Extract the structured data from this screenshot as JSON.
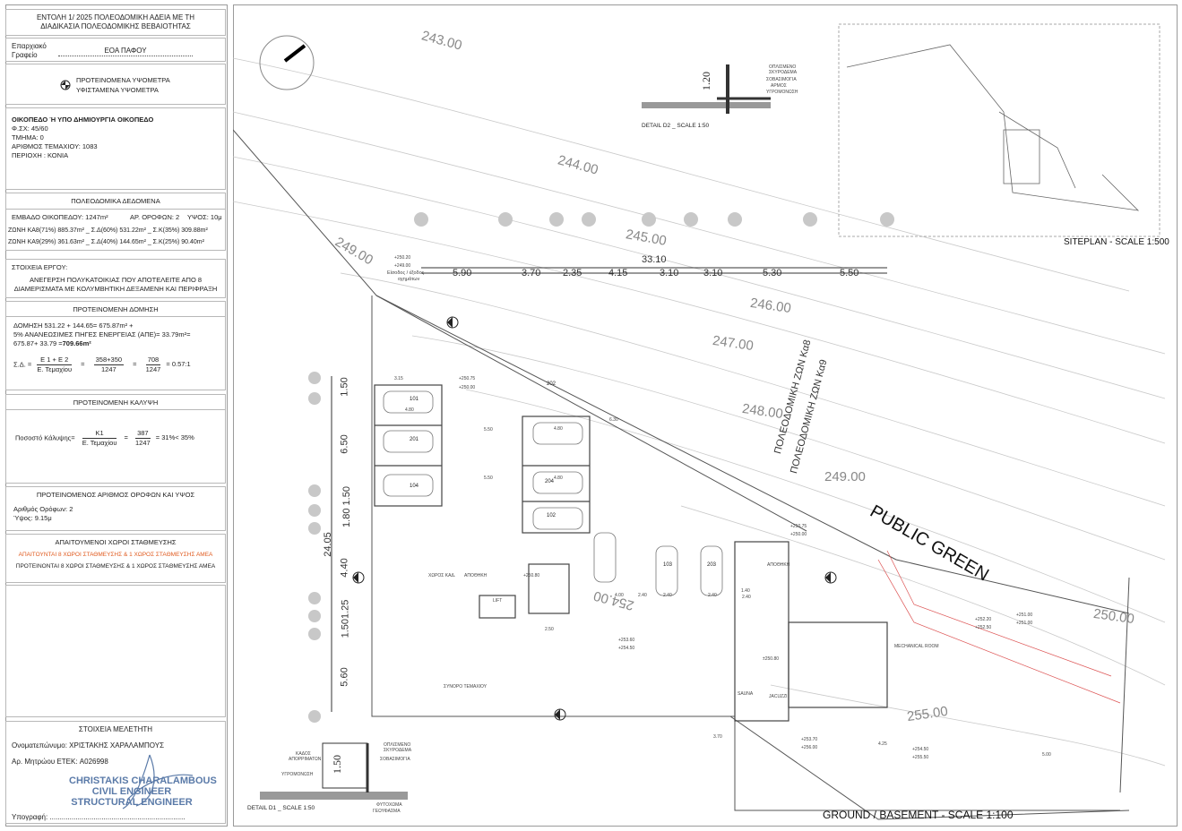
{
  "title_block": {
    "header_line1": "ΕΝΤΟΛΗ 1/ 2025  ΠΟΛΕΟΔΟΜΙΚΗ ΑΔΕΙΑ ΜΕ ΤΗ",
    "header_line2": "ΔΙΑΔΙΚΑΣΙΑ ΠΟΛΕΟΔΟΜΙΚΗΣ ΒΕΒΑΙΟΤΗΤΑΣ",
    "district_office_label": "Επαρχιακό",
    "district_office_label2": "Γραφείο",
    "district_office_value": "ΕΟΑ ΠΑΦΟΥ",
    "legend_proposed": "ΠΡΟΤΕΙΝΟΜΕΝΑ ΥΨΟΜΕΤΡΑ",
    "legend_existing": "ΥΦΙΣΤΑΜΕΝΑ ΥΨΟΜΕΤΡΑ"
  },
  "plot": {
    "heading": "ΟΙΚΟΠΕΔΟ Ή ΥΠΟ ΔΗΜΙΟΥΡΓΙΑ ΟΙΚΟΠΕΔΟ",
    "sheet_plan": "Φ.ΣΧ: 45/60",
    "block": "ΤΜΗΜΑ: 0",
    "parcel": "ΑΡΙΘΜΟΣ ΤΕΜΑΧΙΟΥ: 1083",
    "area": "ΠΕΡΙΟΧΗ : ΚΟΝΙΑ"
  },
  "planning": {
    "heading": "ΠΟΛΕΟΔΟΜΙΚΑ ΔΕΔΟΜΕΝΑ",
    "plot_area": "ΕΜΒΑΔΟ ΟΙΚΟΠΕΔΟΥ: 1247m²",
    "floors": "ΑΡ. ΟΡΟΦΩΝ: 2",
    "height": "ΥΨΟΣ: 10μ",
    "zone1": "ΖΩΝΗ ΚΑ8(71%) 885.37m² _ Σ.Δ(60%) 531.22m² _ Σ.Κ(35%) 309.88m²",
    "zone2": "ΖΩΝΗ ΚΑ9(29%) 361.63m² _ Σ.Δ(40%) 144.65m² _ Σ.Κ(25%) 90.40m²"
  },
  "project": {
    "heading": "ΣΤΟΙΧΕΙΑ ΕΡΓΟΥ:",
    "line1": "ΑΝΕΓΕΡΣΗ ΠΟΛΥΚΑΤΟΙΚΙΑΣ ΠΟΥ ΑΠΟΤΕΛΕΙΤΕ ΑΠΟ 8",
    "line2": "ΔΙΑΜΕΡΙΣΜΑΤΑ ΜΕ ΚΟΛΥΜΒΗΤΙΚΗ ΔΕΞΑΜΕΝΗ ΚΑΙ ΠΕΡΙΦΡΑΞΗ"
  },
  "density": {
    "heading": "ΠΡΟΤΕΙΝΟΜΕΝΗ ΔΟΜΗΣΗ",
    "line1": "ΔΟΜΗΣΗ 531.22 + 144.65= 675.87m² +",
    "line2": "5% ΑΝΑΝΕΩΣΙΜΕΣ ΠΗΓΕΣ ΕΝΕΡΓΕΙΑΣ (ΑΠΕ)= 33.79m²=",
    "line3a": "675.87+ 33.79 =",
    "line3b": "709.66m²",
    "sd": "Σ.Δ. =",
    "num1": "Ε 1 + Ε 2",
    "den1": "Ε. Τεμαχίου",
    "eq": "=",
    "num2": "358+350",
    "den2": "1247",
    "num3": "708",
    "den3": "1247",
    "result": "= 0.57:1"
  },
  "coverage": {
    "heading": "ΠΡΟΤΕΙΝΟΜΕΝΗ ΚΑΛΥΨΗ",
    "label": "Ποσοστό Κάλυψης=",
    "num1": "Κ1",
    "den1": "Ε. Τεμαχίου",
    "num2": "387",
    "den2": "1247",
    "result": "= 31%< 35%"
  },
  "floors_height": {
    "heading": "ΠΡΟΤΕΙΝΟΜΕΝΟΣ ΑΡΙΘΜΟΣ ΟΡΟΦΩΝ ΚΑΙ ΥΨΟΣ",
    "floors": "Αριθμός Ορόφων:  2",
    "height": "Ύψος:  9.15μ"
  },
  "parking": {
    "heading": "ΑΠΑΙΤΟΥΜΕΝΟΙ ΧΩΡΟΙ ΣΤΑΘΜΕΥΣΗΣ",
    "required": "ΑΠΑΙΤΟΥΝΤΑΙ 8 ΧΩΡΟΙ ΣΤΑΘΜΕΥΣΗΣ & 1 ΧΩΡΟΣ ΣΤΑΘΜΕΥΣΗΣ ΑΜΕΑ",
    "proposed": "ΠΡΟΤΕΙΝΟΝΤΑΙ 8 ΧΩΡΟΙ ΣΤΑΘΜΕΥΣΗΣ & 1 ΧΩΡΟΣ ΣΤΑΘΜΕΥΣΗΣ ΑΜΕΑ",
    "required_color": "#e05a1e"
  },
  "engineer": {
    "heading": "ΣΤΟΙΧΕΙΑ ΜΕΛΕΤΗΤΗ",
    "name": "Ονοματεπώνυμο: ΧΡΙΣΤΑΚΗΣ ΧΑΡΑΛΑΜΠΟΥΣ",
    "reg": "Αρ. Μητρώου ΕΤΕΚ: A026998",
    "stamp1": "CHRISTAKIS CHARALAMBOUS",
    "stamp2": "CIVIL ENGINEER",
    "stamp3": "STRUCTURAL ENGINEER",
    "signature": "Υπογραφή: ...................................................................."
  },
  "drawing": {
    "main_title": "GROUND / BASEMENT - SCALE 1:100",
    "siteplan_title": "SITEPLAN - SCALE 1:500",
    "public_green": "PUBLIC GREEN",
    "zone_ka8": "ΠΟΛΕΟΔΟΜΙΚΗ ΖΩΝ Κα8",
    "zone_ka9": "ΠΟΛΕΟΔΟΜΙΚΗ ΖΩΝ Κα9",
    "boundary": "ΣΥΝΟΡΟ ΤΕΜΑΧΙΟΥ",
    "entrance1": "Είσοδος / έξοδος",
    "entrance2": "οχημάτων",
    "detail_d1": "DETAIL D1 _ SCALE 1:50",
    "detail_d2": "DETAIL D2 _ SCALE 1:50",
    "d1_label_bin1": "ΚΑΔΟΣ",
    "d1_label_bin2": "ΑΠΟΡΡΙΜΑΤΩΝ",
    "d1_waterproof": "ΥΓΡΟΜΟΝΩΣΗ",
    "d1_concrete1": "ΟΠΛΙΣΜΕΝΟ",
    "d1_concrete2": "ΣΚΥΡΟΔΕΜΑ",
    "d1_grade": "ΣΟΒΑΣΙΜΟΓΙΑ",
    "d1_soil1": "ΦΥΤΟΧΩΜΑ",
    "d1_soil2": "ΓΕΩΥΦΑΣΜΑ",
    "d1_height": "1.50",
    "d2_height": "1.20",
    "d2_l1": "ΟΠΛΙΣΜΕΝΟ",
    "d2_l2": "ΣΚΥΡΟΔΕΜΑ",
    "d2_l3": "ΣΟΒΑΣΙΜΟΓΙΑ",
    "d2_l4": "ΑΡΜΟΣ",
    "d2_l5": "ΥΓΡΟΜΟΝΩΣΗ",
    "contours": [
      "243.00",
      "244.00",
      "245.00",
      "246.00",
      "247.00",
      "248.00",
      "249.00",
      "249.00",
      "250.00",
      "255.00",
      "254.00"
    ],
    "top_total": "33.10",
    "top_dims": [
      "5.90",
      "3.70",
      "2.35",
      "4.15",
      "3.10",
      "3.10",
      "5.30",
      "5.50"
    ],
    "left_total": "24.05",
    "left_dims": [
      "1.50",
      "6.50",
      "1.80 1.50",
      "4.40",
      "1.501.25",
      "5.60"
    ],
    "parking_nums": [
      "101",
      "201",
      "104",
      "202",
      "204",
      "102",
      "103",
      "203"
    ],
    "levels": [
      "+250.20",
      "+249.00",
      "+250.75",
      "+250.00",
      "+250.80",
      "+253.60",
      "+254.50",
      "±250.80",
      "+250.75",
      "+250.00",
      "+252.20",
      "+252.50",
      "+251.00",
      "+251.00",
      "+253.70",
      "+256.00",
      "+254.50",
      "+255.50"
    ],
    "rooms": [
      "ΧΩΡΟΣ ΚΑΔ.",
      "ΑΠΟΘΗΚΗ",
      "ΑΠΟΘΗΚΗ",
      "LIFT",
      "SAUNA",
      "JACUZZI",
      "MECHANICAL ROOM"
    ],
    "small_dims": [
      "5.50",
      "5.50",
      "4.80",
      "4.80",
      "4.80",
      "2.40",
      "2.40",
      "2.40",
      "4.00",
      "2.50",
      "1.40",
      "2.40",
      "5.00",
      "3.70",
      "4.25",
      "3.15",
      "6.30"
    ]
  }
}
